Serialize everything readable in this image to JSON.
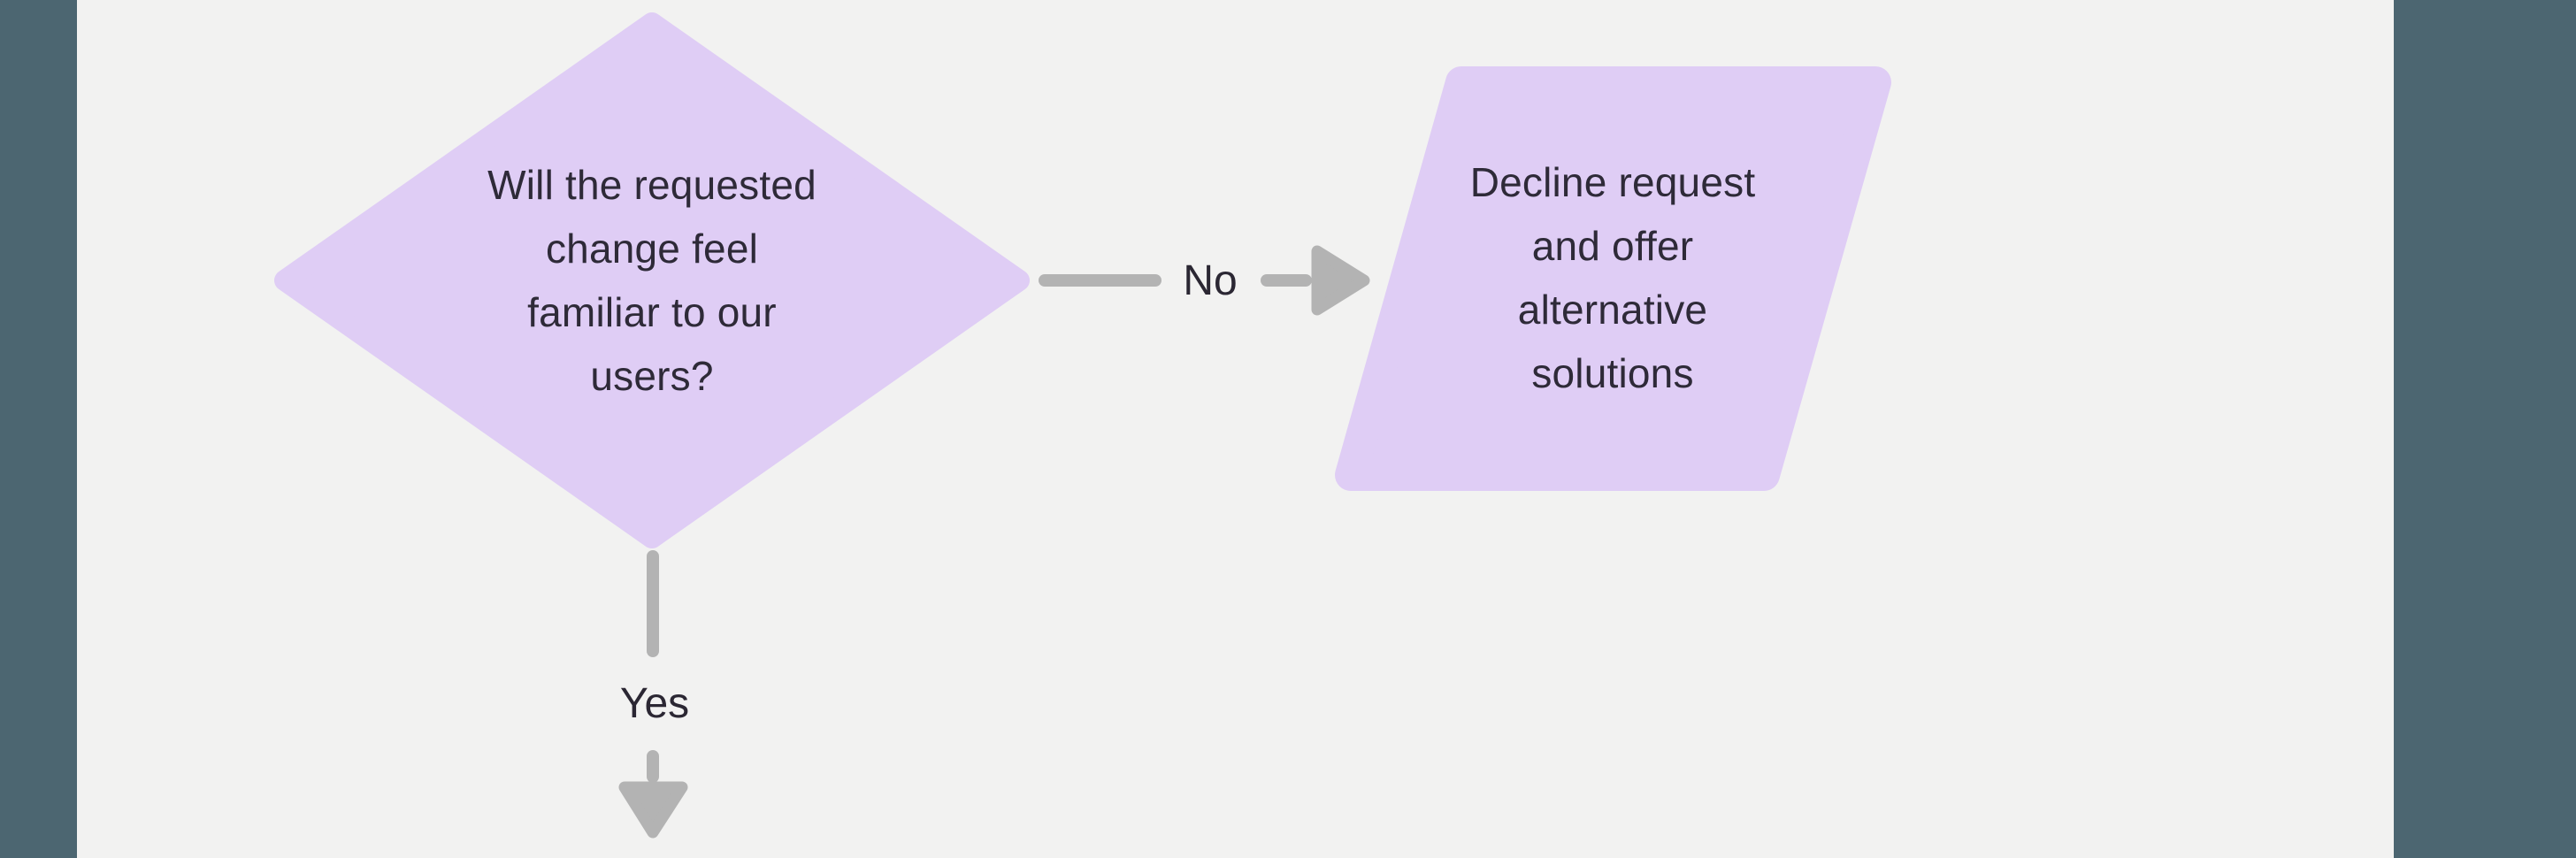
{
  "canvas": {
    "background_color": "#f2f2f1",
    "backdrop_color": "#4c6671",
    "shape_fill_color": "#dfcdf5",
    "connector_color": "#b3b3b3",
    "shape_text_color": "#2e2a38",
    "edge_label_color": "#2b2733"
  },
  "nodes": {
    "decision": {
      "type": "decision-diamond",
      "text": "Will the requested\nchange feel\nfamiliar to our\nusers?"
    },
    "decline": {
      "type": "output-parallelogram",
      "text": "Decline request\nand offer\nalternative\nsolutions"
    }
  },
  "edges": {
    "no": {
      "label": "No",
      "direction": "right",
      "from": "decision",
      "to": "decline"
    },
    "yes": {
      "label": "Yes",
      "direction": "down",
      "from": "decision",
      "to": "offscreen-below"
    }
  }
}
